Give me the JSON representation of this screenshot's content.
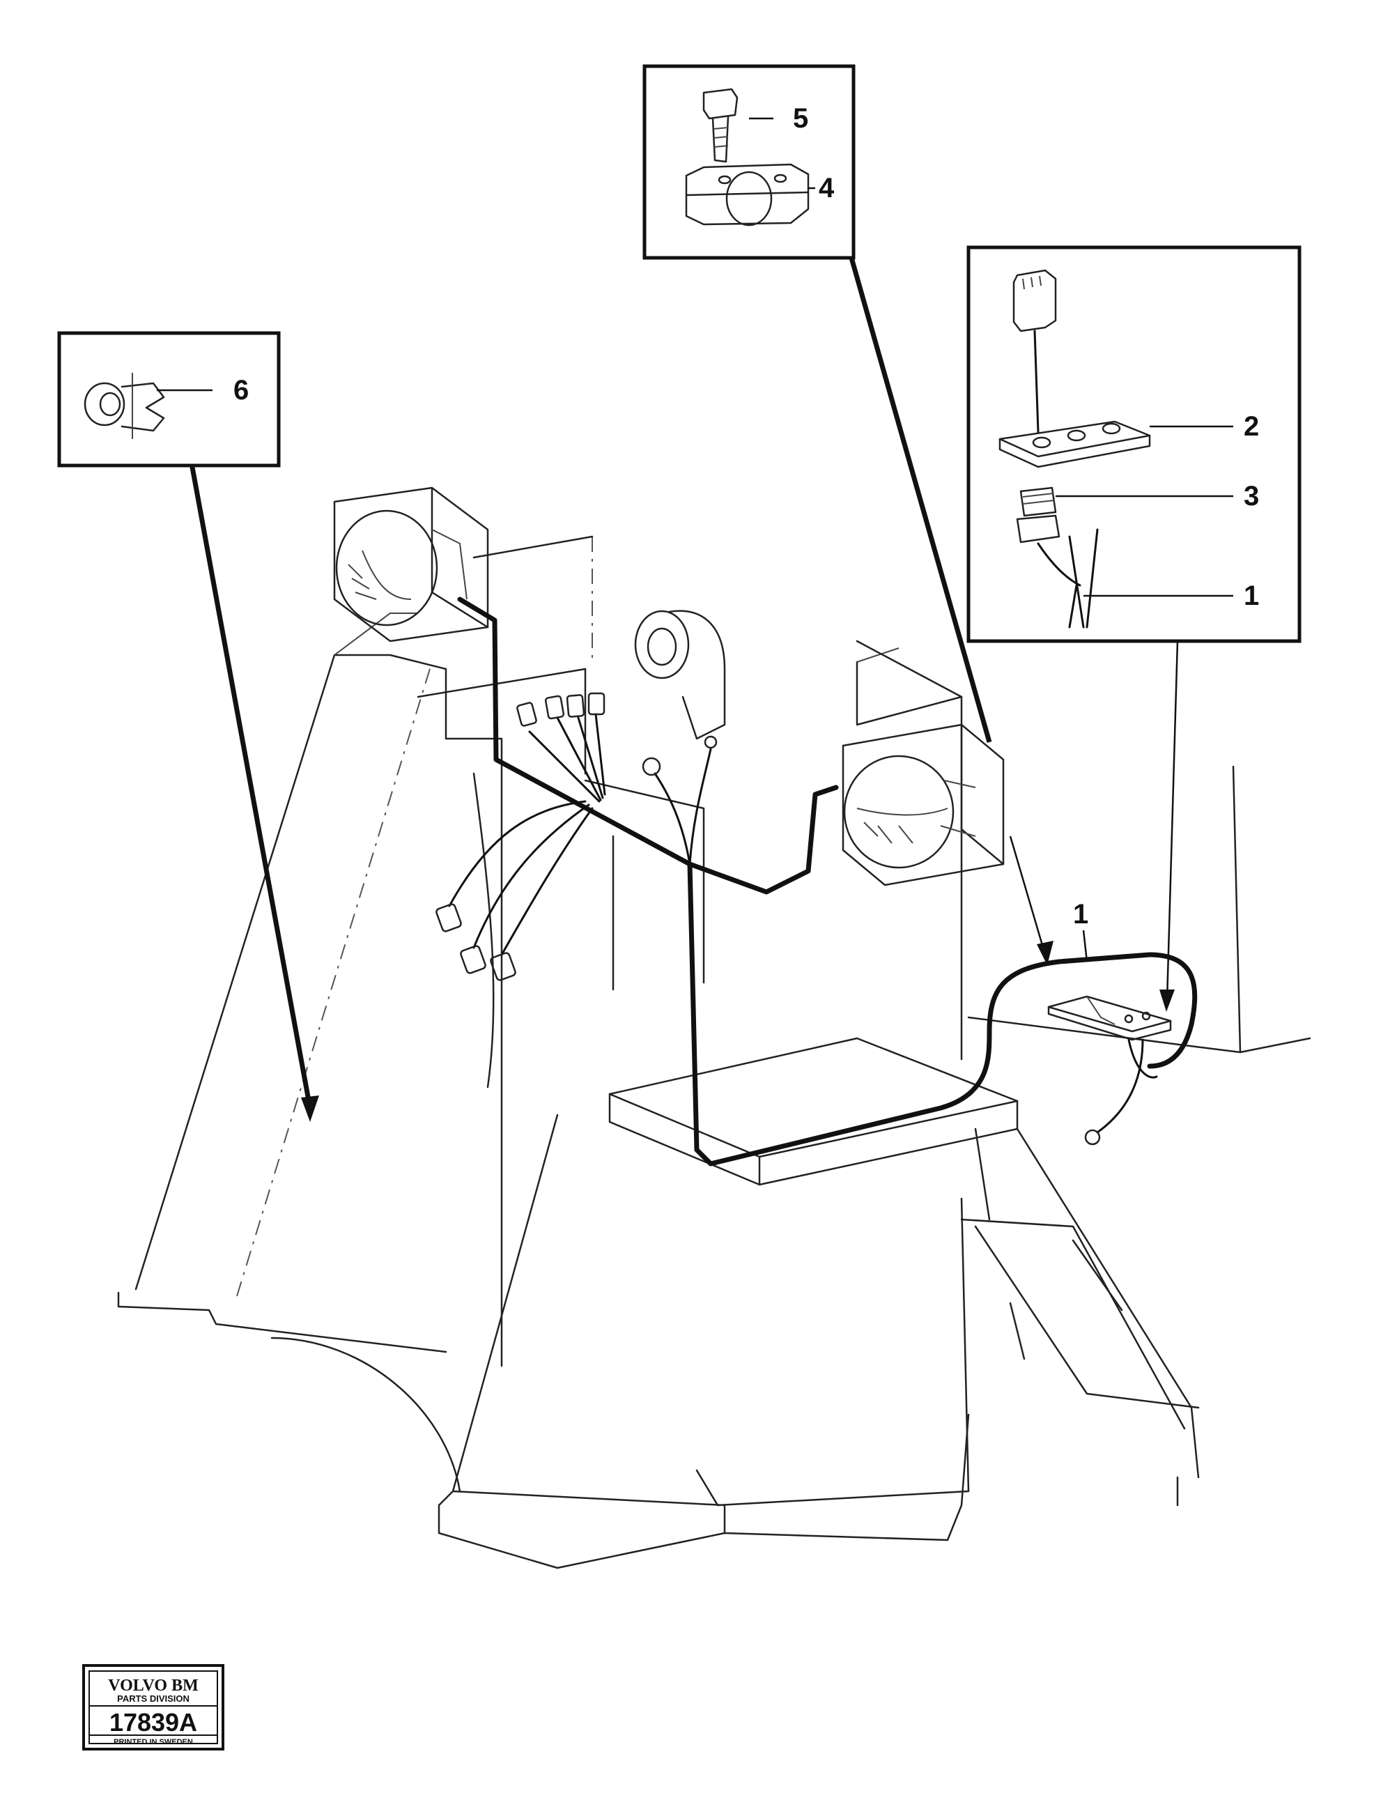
{
  "callouts": {
    "c1": "1",
    "c2": "2",
    "c3": "3",
    "c4": "4",
    "c5": "5",
    "c6": "6",
    "main1": "1"
  },
  "stamp": {
    "brand": "VOLVO BM",
    "division": "PARTS DIVISION",
    "number": "17839A",
    "printed": "PRINTED IN SWEDEN"
  },
  "colors": {
    "ink": "#111111",
    "paper": "#ffffff"
  }
}
